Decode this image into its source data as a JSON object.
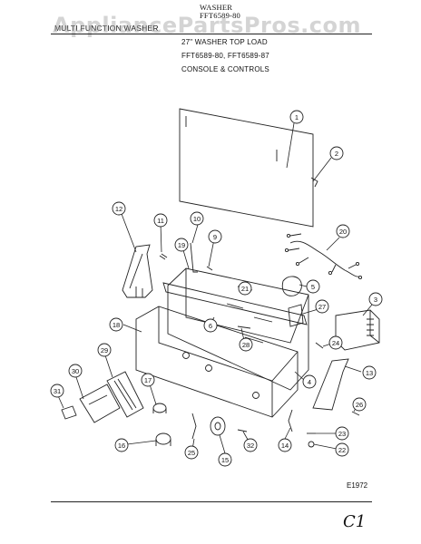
{
  "header": {
    "product": "WASHER",
    "model_top": "FFT6589-80",
    "series": "MULTI FUNCTION WASHER",
    "description": "27\" WASHER TOP LOAD",
    "models": "FFT6589-80, FFT6589-87",
    "section": "CONSOLE & CONTROLS"
  },
  "watermark": "AppliancePartsPros.com",
  "figure_code": "E1972",
  "handwritten_note": "C1",
  "callouts": [
    "1",
    "2",
    "3",
    "4",
    "5",
    "6",
    "10",
    "11",
    "12",
    "13",
    "14",
    "15",
    "16",
    "17",
    "18",
    "19",
    "20",
    "21",
    "22",
    "23",
    "24",
    "25",
    "26",
    "27",
    "28",
    "29",
    "30",
    "31",
    "32"
  ]
}
